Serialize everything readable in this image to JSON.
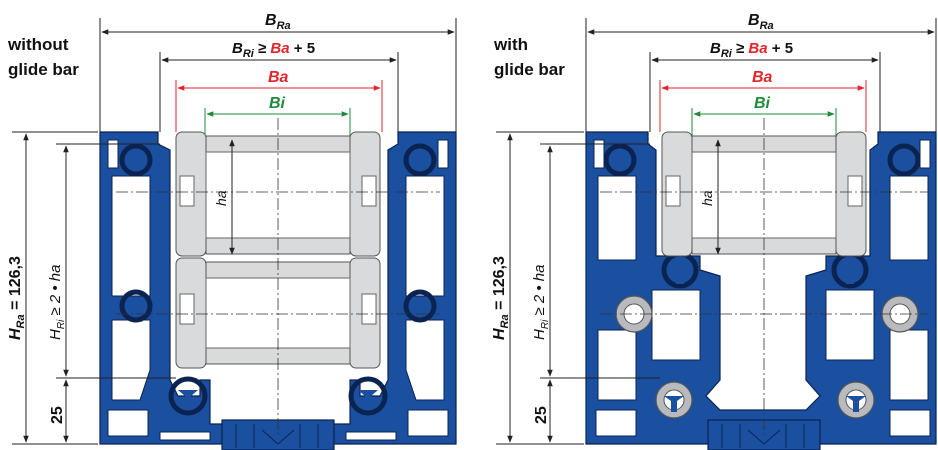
{
  "panels": [
    {
      "title_line1": "without",
      "title_line2": "glide bar",
      "dim_outer_width": {
        "base": "B",
        "sub": "Ra"
      },
      "dim_inner_rail_width": {
        "base": "B",
        "sub": "Ri",
        "op": " ≥ ",
        "ref": "Ba",
        "suffix": " + 5"
      },
      "dim_outer_chain_width": "Ba",
      "dim_inner_chain_width": "Bi",
      "dim_link_height": "ha",
      "dim_height_outer": {
        "base": "H",
        "sub": "Ra",
        "suffix": " = 126,3"
      },
      "dim_height_inner": {
        "base": "H",
        "sub": "Ri",
        "suffix": " ≥ 2 • ha"
      },
      "dim_bottom": "25"
    },
    {
      "title_line1": "with",
      "title_line2": "glide bar",
      "dim_outer_width": {
        "base": "B",
        "sub": "Ra"
      },
      "dim_inner_rail_width": {
        "base": "B",
        "sub": "Ri",
        "op": " ≥ ",
        "ref": "Ba",
        "suffix": " + 5"
      },
      "dim_outer_chain_width": "Ba",
      "dim_inner_chain_width": "Bi",
      "dim_link_height": "ha",
      "dim_height_outer": {
        "base": "H",
        "sub": "Ra",
        "suffix": " = 126,3"
      },
      "dim_height_inner": {
        "base": "H",
        "sub": "Ri",
        "suffix": " ≥ 2 • ha"
      },
      "dim_bottom": "25"
    }
  ],
  "colors": {
    "rail_blue": "#1b4fa0",
    "outer_width_red": "#e2252b",
    "inner_width_green": "#1f8a3a",
    "link_grey": "#d9dadc"
  }
}
